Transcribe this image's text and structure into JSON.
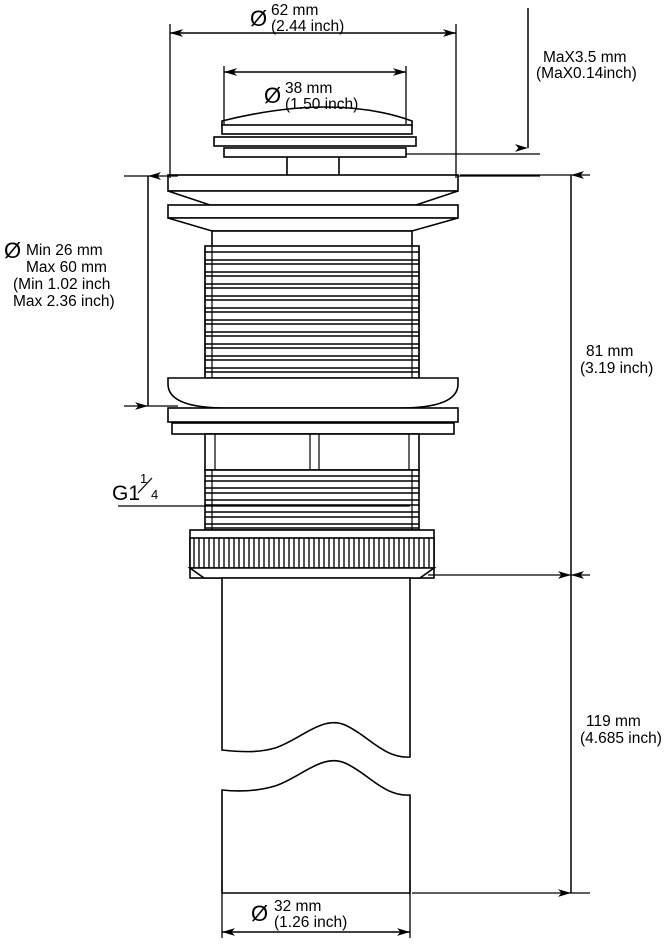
{
  "drawing": {
    "title": "Pop-up sink drain stopper dimensioned technical drawing",
    "background_color": "#ffffff",
    "line_color": "#000000",
    "dimensions": {
      "top_diameter": {
        "symbol": "Ø",
        "value_mm": "62 mm",
        "value_inch": "(2.44 inch)",
        "name": "flange-outer-diameter"
      },
      "cap_diameter": {
        "symbol": "Ø",
        "value_mm": "38 mm",
        "value_inch": "(1.50 inch)",
        "name": "stopper-cap-diameter"
      },
      "cap_gap": {
        "value_mm": "MaX3.5 mm",
        "value_inch": "(MaX0.14inch)",
        "name": "max-cap-lift-gap"
      },
      "basin_thickness": {
        "symbol": "Ø",
        "line1": "Min 26 mm",
        "line2": "Max 60 mm",
        "line3": "(Min 1.02 inch",
        "line4": "Max 2.36 inch)",
        "name": "basin-hole-depth-range"
      },
      "upper_height": {
        "value_mm": "81 mm",
        "value_inch": "(3.19 inch)",
        "name": "upper-assembly-height"
      },
      "lower_height": {
        "value_mm": "119 mm",
        "value_inch": "(4.685 inch)",
        "name": "tailpiece-height"
      },
      "tail_diameter": {
        "symbol": "Ø",
        "value_mm": "32 mm",
        "value_inch": "(1.26 inch)",
        "name": "tailpiece-outer-diameter"
      },
      "thread_spec": {
        "prefix": "G1",
        "fraction_numerator": "1",
        "fraction_denominator": "4",
        "name": "thread-size-spec"
      }
    }
  }
}
